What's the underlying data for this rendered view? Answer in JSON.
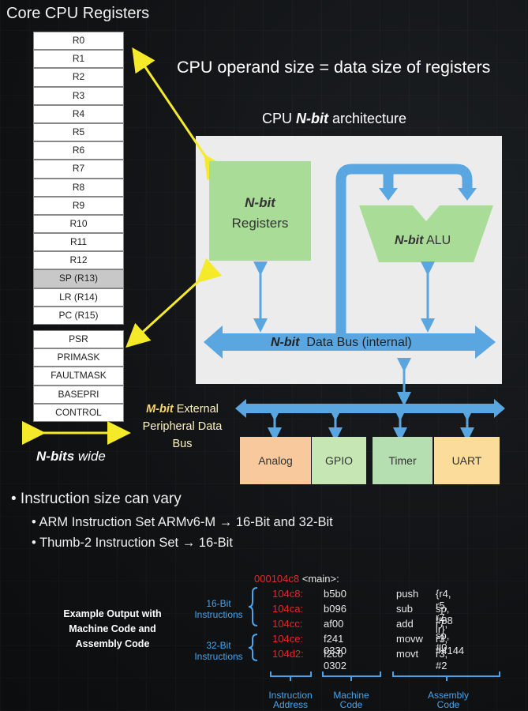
{
  "left_title": "Core CPU Registers",
  "registers": [
    "R0",
    "R1",
    "R2",
    "R3",
    "R4",
    "R5",
    "R6",
    "R7",
    "R8",
    "R9",
    "R10",
    "R11",
    "R12",
    "SP (R13)",
    "LR (R14)",
    "PC (R15)"
  ],
  "special_registers": [
    "PSR",
    "PRIMASK",
    "FAULTMASK",
    "BASEPRI",
    "CONTROL"
  ],
  "nbits_wide": {
    "bold": "N-bits",
    "rest": " wide"
  },
  "headline": "CPU operand size = data size of registers",
  "arch_title": {
    "prefix": "CPU ",
    "bold": "N-bit",
    "suffix": " architecture"
  },
  "reg_box": {
    "bold": "N-bit",
    "text": "Registers"
  },
  "alu": {
    "bold": "N-bit",
    "text": " ALU"
  },
  "data_bus": {
    "bold": "N-bit",
    "text": "  Data Bus (internal)"
  },
  "ext_bus": {
    "bold": "M-bit",
    "line1": " External",
    "line2": "Peripheral Data",
    "line3": "Bus"
  },
  "peripherals": [
    {
      "label": "Analog",
      "color": "#f7c99d"
    },
    {
      "label": "GPIO",
      "color": "#c6e6b4"
    },
    {
      "label": "Timer",
      "color": "#b5dfb0"
    },
    {
      "label": "UART",
      "color": "#fbdc9a"
    }
  ],
  "bullets": {
    "main": "• Instruction size can vary",
    "sub1": "• ARM Instruction Set ARMv6-M → 16-Bit and 32-Bit",
    "sub2": "• Thumb-2 Instruction Set → 16-Bit"
  },
  "example_label": [
    "Example Output with",
    "Machine Code and",
    "Assembly Code"
  ],
  "group16": [
    "16-Bit",
    "Instructions"
  ],
  "group32": [
    "32-Bit",
    "Instructions"
  ],
  "code_header": {
    "addr": "000104c8",
    "label": " <main>:"
  },
  "code_rows": [
    {
      "addr": "104c8:",
      "mc": "b5b0",
      "op": "push",
      "args": "{r4, r5, r7, lr}"
    },
    {
      "addr": "104ca:",
      "mc": "b096",
      "op": "sub",
      "args": "sp, #88"
    },
    {
      "addr": "104cc:",
      "mc": "af00",
      "op": "add",
      "args": "r7, sp, #0"
    },
    {
      "addr": "104ce:",
      "mc": "f241 0330",
      "op": "movw",
      "args": "r3, #4144"
    },
    {
      "addr": "104d2:",
      "mc": "f2c0 0302",
      "op": "movt",
      "args": "r3, #2"
    }
  ],
  "col_labels": {
    "addr": [
      "Instruction",
      "Address"
    ],
    "mc": [
      "Machine",
      "Code"
    ],
    "asm": [
      "Assembly",
      "Code"
    ]
  }
}
